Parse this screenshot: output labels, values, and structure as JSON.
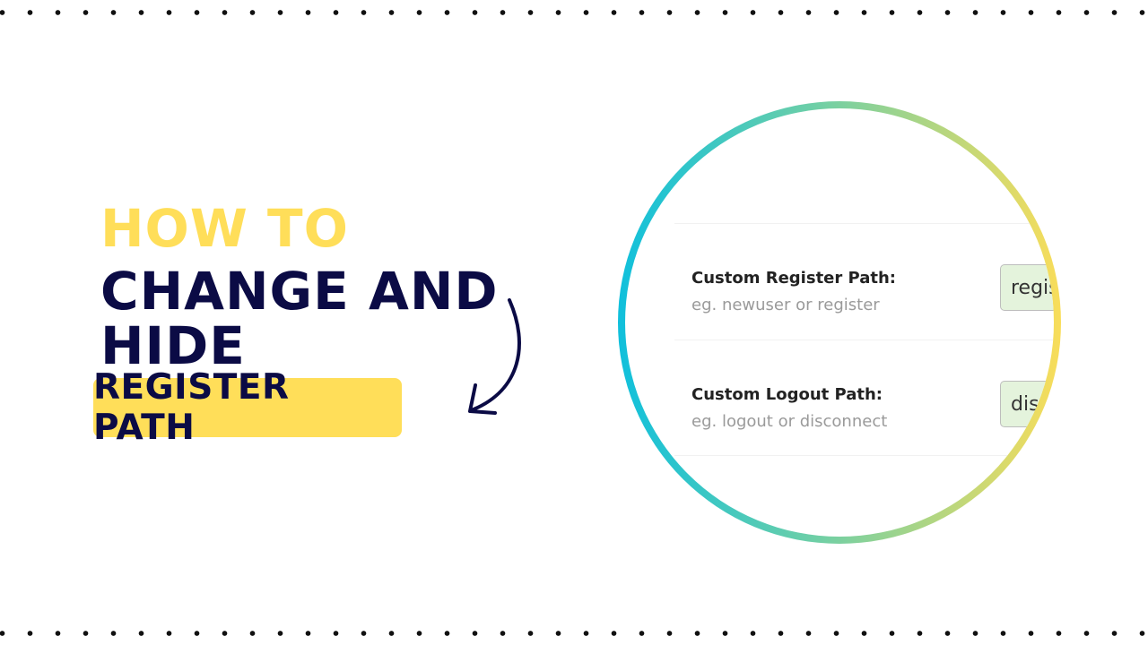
{
  "headline": {
    "line1": "HOW TO",
    "line2": "CHANGE AND",
    "line3": "HIDE",
    "badge": "REGISTER PATH"
  },
  "settings": {
    "rows": [
      {
        "label": "Custom Register Path:",
        "hint": "eg. newuser or register",
        "value": "regis"
      },
      {
        "label": "Custom Logout Path:",
        "hint": "eg. logout or disconnect",
        "value": "dis"
      }
    ]
  },
  "colors": {
    "accent_yellow": "#FFDE59",
    "navy": "#0b0b45",
    "ring_start": "#10c0dc",
    "ring_end": "#f9dd5a",
    "field_bg": "#e4f3dc"
  }
}
